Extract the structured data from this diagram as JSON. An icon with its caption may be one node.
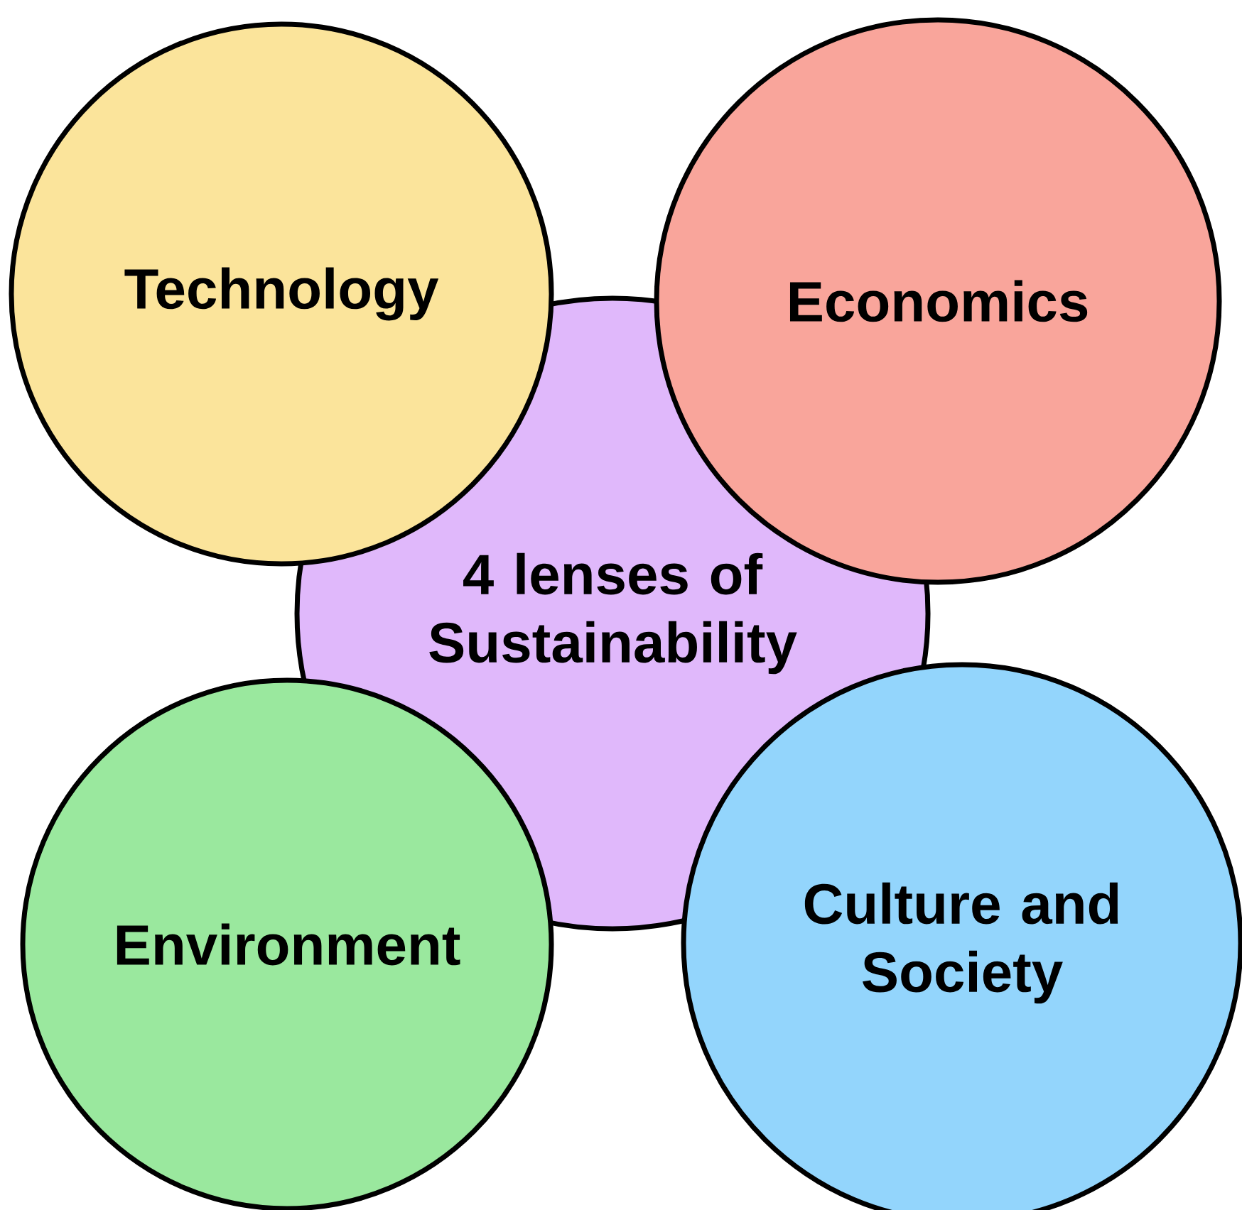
{
  "diagram": {
    "nodes": [
      {
        "text": [
          "Technology"
        ]
      },
      {
        "text": [
          "Economics"
        ]
      },
      {
        "text": [
          "4 lenses of Sustainability"
        ]
      },
      {
        "text": [
          "Environment"
        ]
      },
      {
        "text": [
          "Culture and Society"
        ]
      }
    ]
  }
}
